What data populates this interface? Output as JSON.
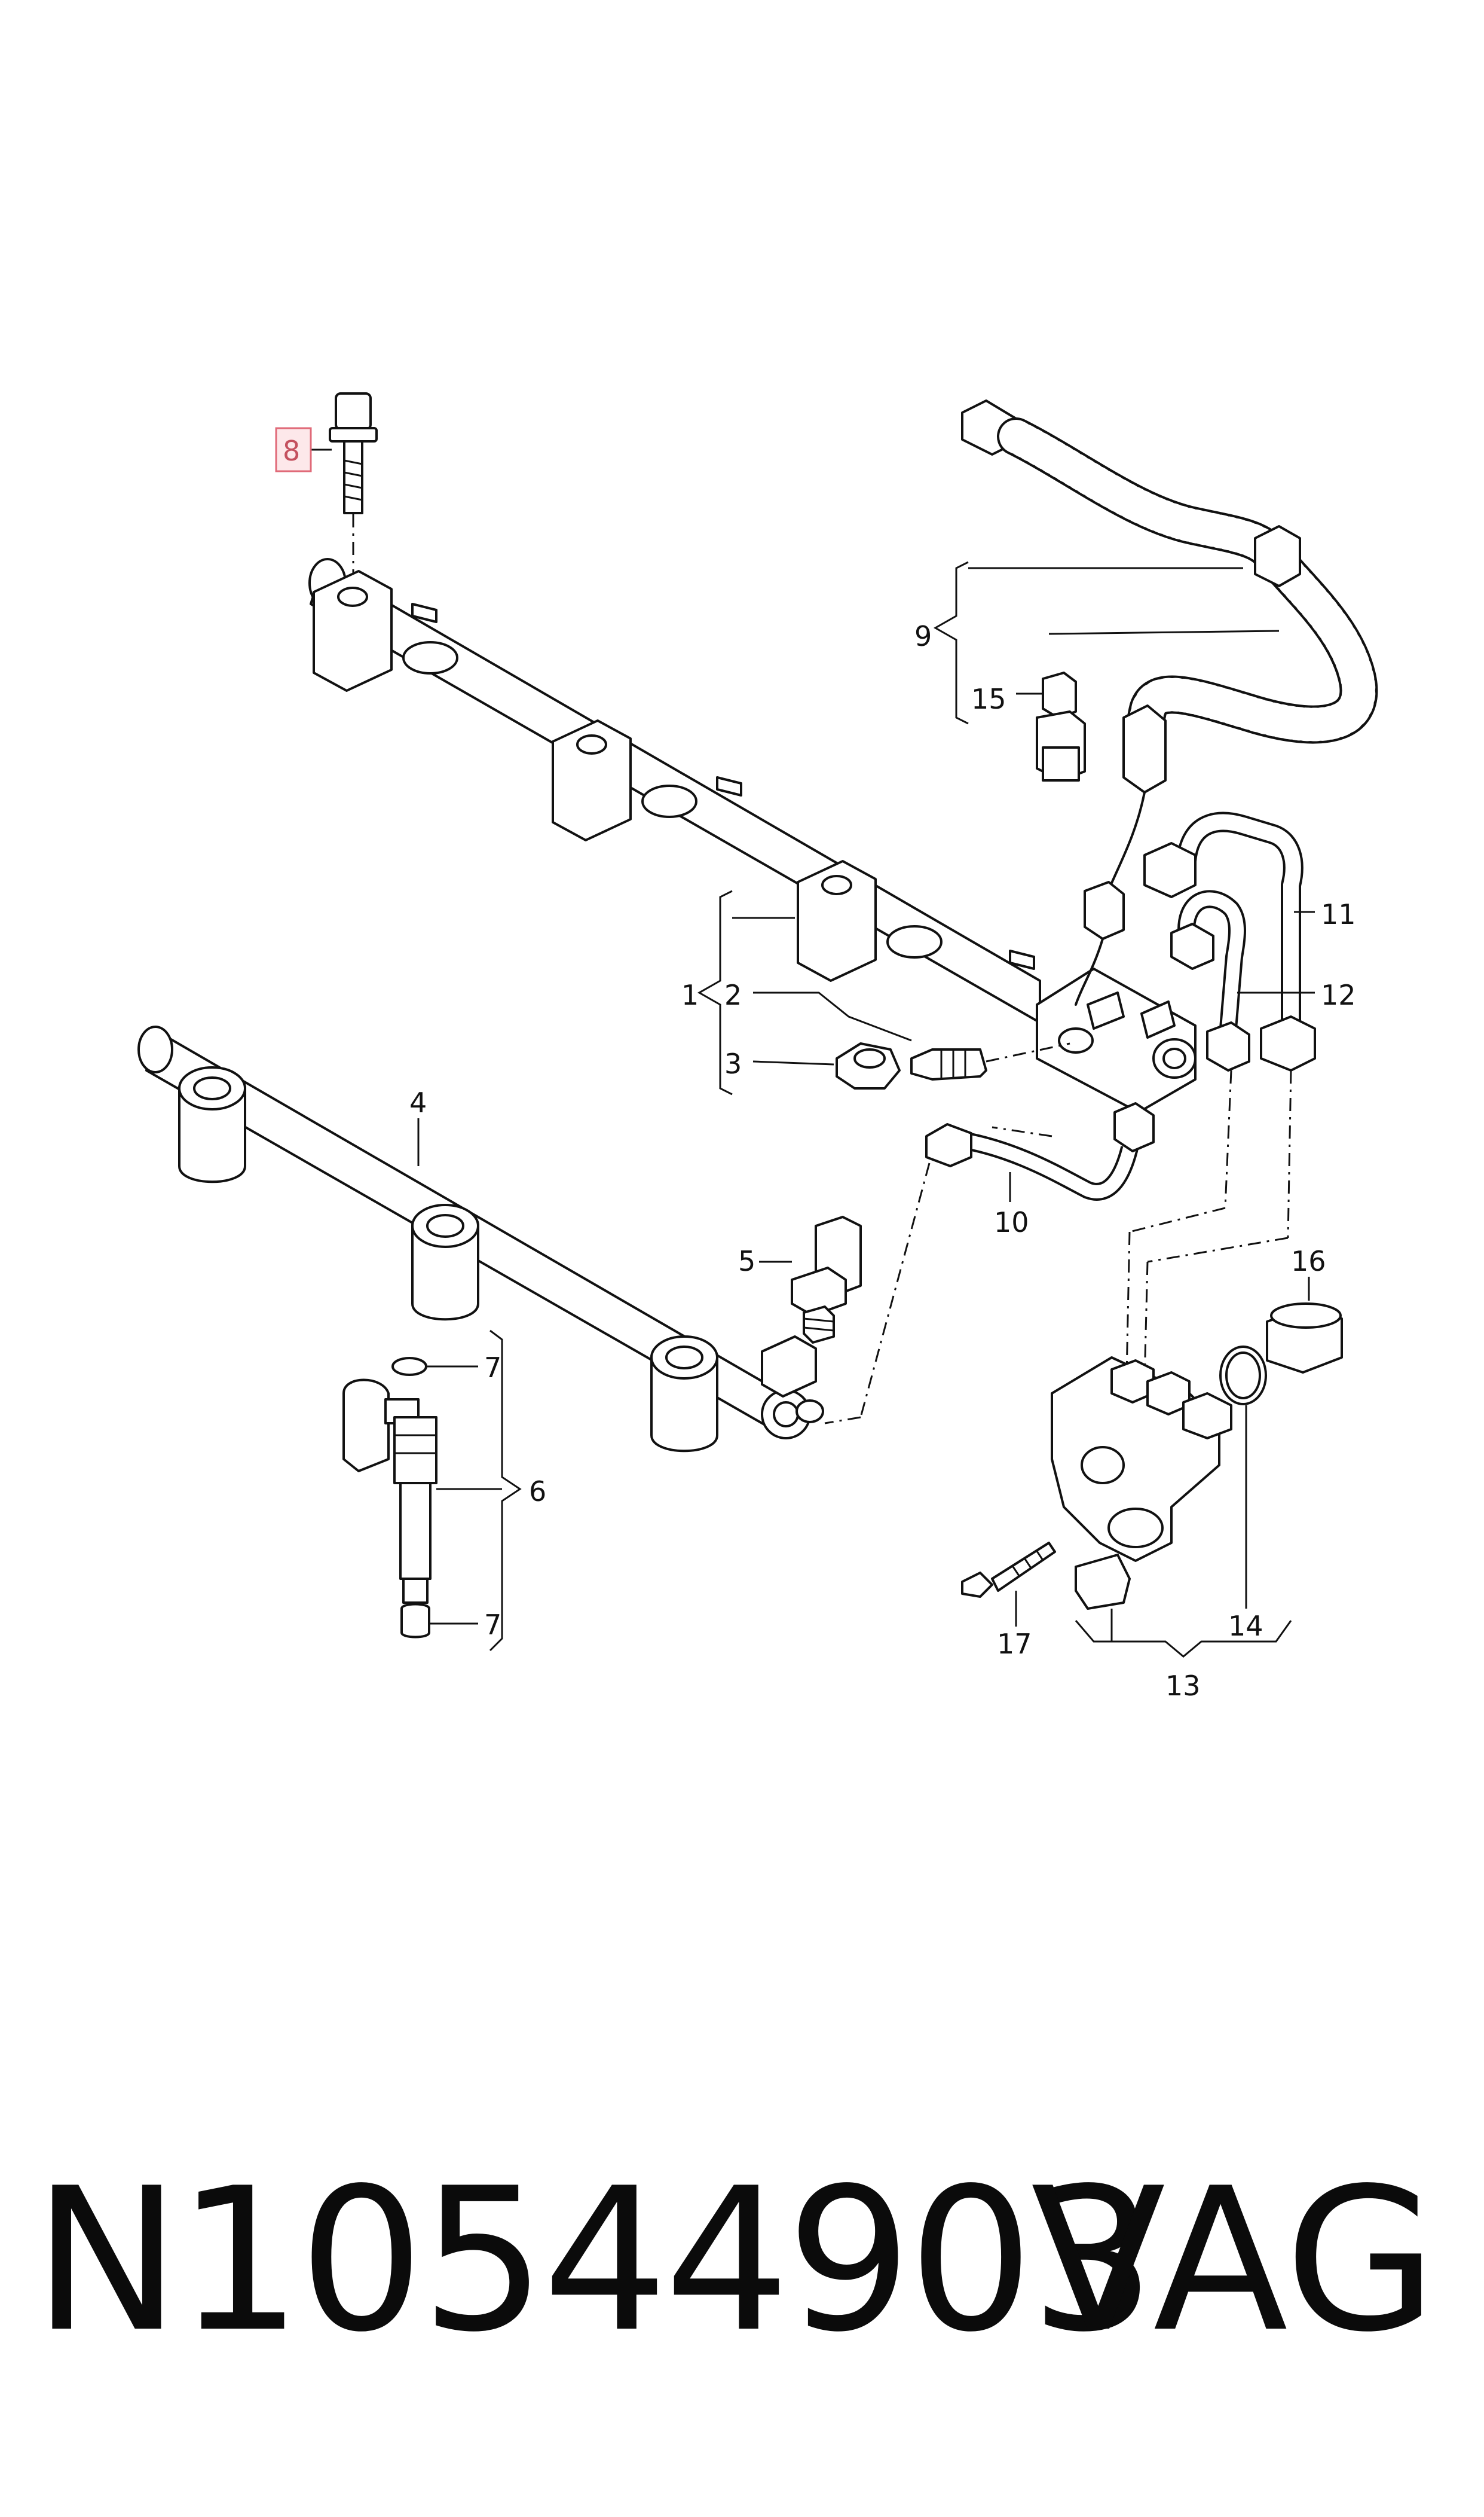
{
  "diagram": {
    "callouts": {
      "c1": "1",
      "c2": "2",
      "c3": "3",
      "c4": "4",
      "c5": "5",
      "c6": "6",
      "c7a": "7",
      "c7b": "7",
      "c8": "8",
      "c9": "9",
      "c10": "10",
      "c11": "11",
      "c12": "12",
      "c13": "13",
      "c14": "14",
      "c15": "15",
      "c16": "16",
      "c17": "17"
    },
    "highlighted_callout": "8",
    "highlight_color": "#fde8ea",
    "highlight_border_color": "#e06a78"
  },
  "footer": {
    "part_number": "N10544903",
    "brand": "VAG"
  }
}
